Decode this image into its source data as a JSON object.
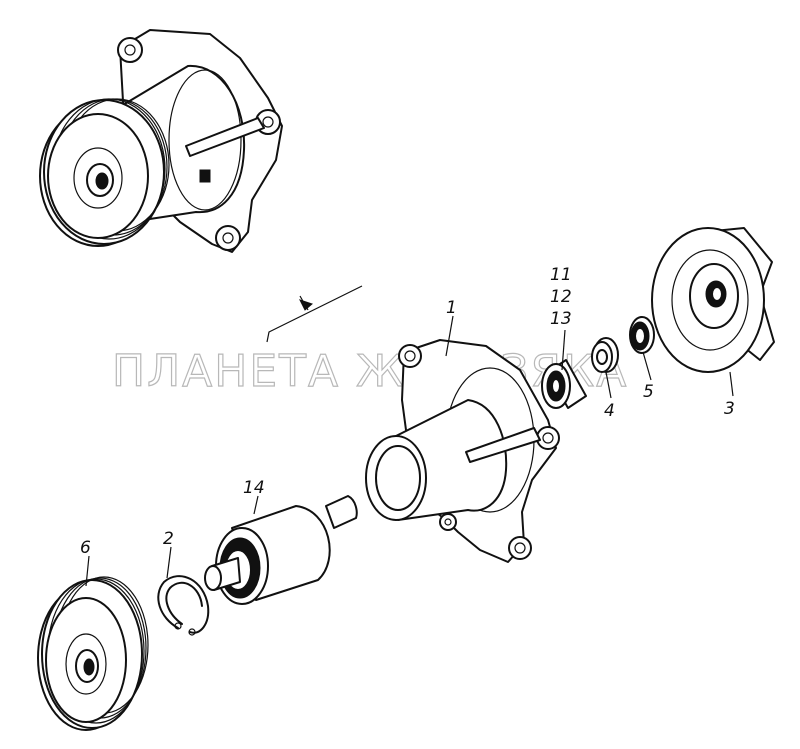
{
  "watermark": "ПЛАНЕТА ЖЕЛЕЗЯКА",
  "callouts": [
    "1",
    "2",
    "3",
    "4",
    "5",
    "6",
    "11",
    "12",
    "13",
    "14"
  ]
}
